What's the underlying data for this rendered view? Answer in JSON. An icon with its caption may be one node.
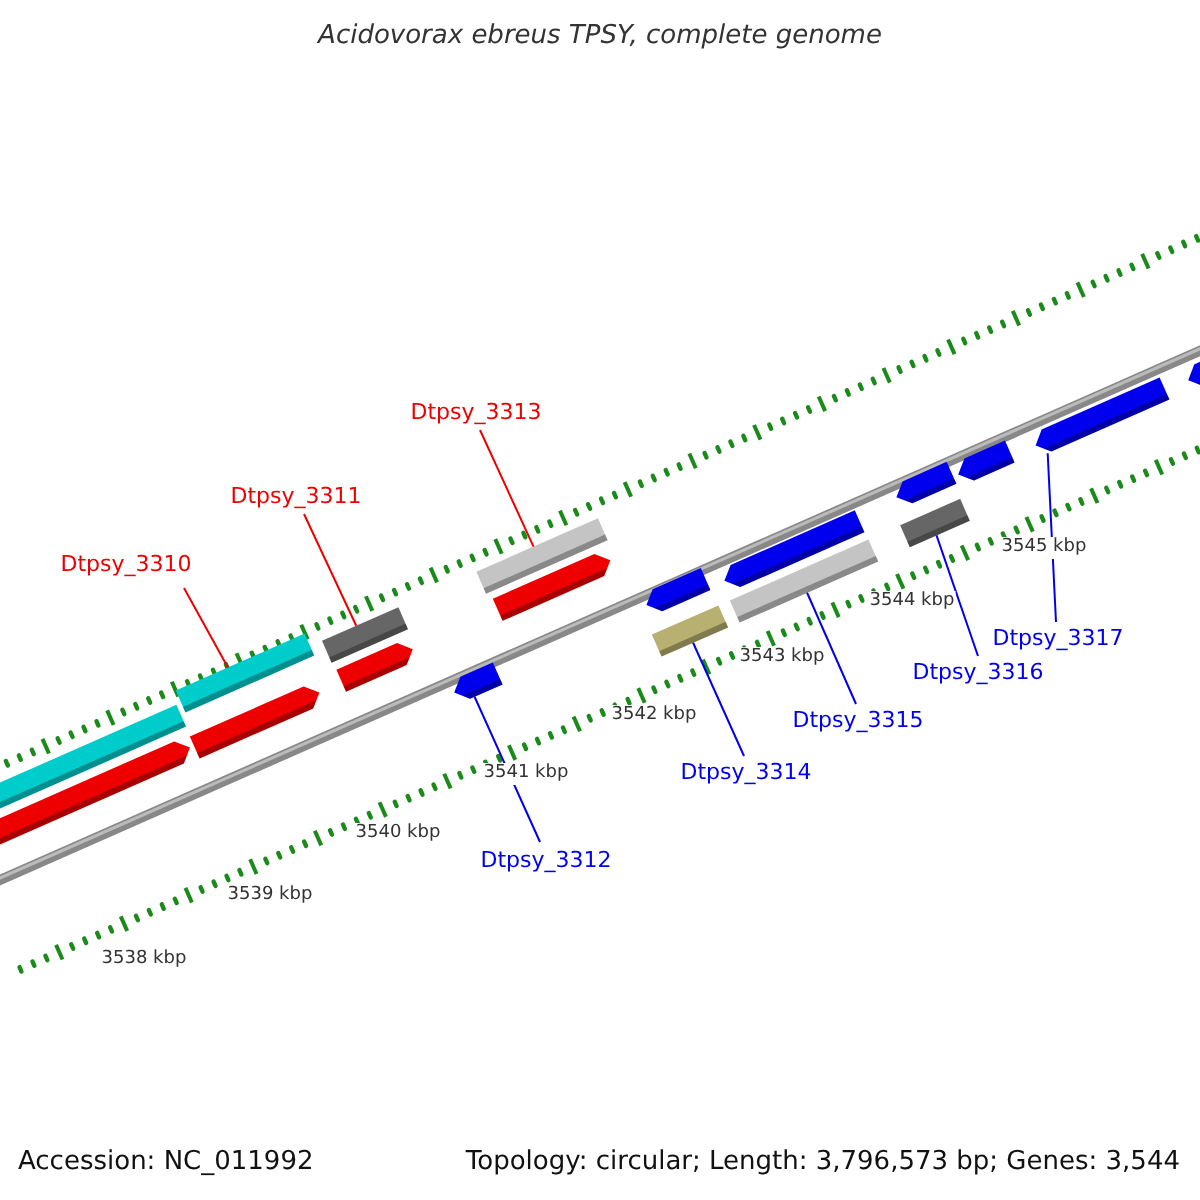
{
  "diagram": {
    "title": "Acidovorax ebreus TPSY, complete genome",
    "nodes": [
      {
        "text": [
          "Dtpsy_3313"
        ]
      },
      {
        "text": [
          "Dtpsy_3311"
        ]
      },
      {
        "text": [
          "Dtpsy_3310"
        ]
      },
      {
        "text": [
          "Dtpsy_3317"
        ]
      },
      {
        "text": [
          "Dtpsy_3316"
        ]
      },
      {
        "text": [
          "Dtpsy_3315"
        ]
      },
      {
        "text": [
          "Dtpsy_3314"
        ]
      },
      {
        "text": [
          "Dtpsy_3312"
        ]
      },
      {
        "text": [],
        "shape": "arrow"
      },
      {
        "text": [],
        "shape": "box"
      },
      {
        "text": [],
        "shape": "box"
      },
      {
        "text": [],
        "shape": "arrow"
      },
      {
        "text": [],
        "shape": "box"
      },
      {
        "text": [],
        "shape": "arrow"
      },
      {
        "text": [],
        "shape": "arrow"
      },
      {
        "text": [],
        "shape": "box"
      },
      {
        "text": [],
        "shape": "arrow"
      },
      {
        "text": [],
        "shape": "arrow"
      },
      {
        "text": [],
        "shape": "box"
      },
      {
        "text": [],
        "shape": "arrow"
      },
      {
        "text": [],
        "shape": "box"
      },
      {
        "text": [],
        "shape": "arrow"
      },
      {
        "text": [],
        "shape": "box"
      },
      {
        "text": [],
        "shape": "arrow"
      },
      {
        "text": [],
        "shape": "arrow"
      },
      {
        "text": [],
        "shape": "arrow"
      }
    ],
    "edges": [
      {
        "from": 0,
        "to": 15,
        "arrow": "none",
        "color": "#ee0000"
      },
      {
        "from": 1,
        "to": 12,
        "arrow": "none",
        "color": "#ee0000"
      },
      {
        "from": 2,
        "to": 10,
        "arrow": "none",
        "color": "#ee0000"
      },
      {
        "from": 3,
        "to": 24,
        "arrow": "none"
      },
      {
        "from": 4,
        "to": 22,
        "arrow": "none"
      },
      {
        "from": 5,
        "to": 20,
        "arrow": "none"
      },
      {
        "from": 6,
        "to": 18,
        "arrow": "none"
      },
      {
        "from": 7,
        "to": 14,
        "arrow": "none"
      }
    ],
    "labels": [
      "3545 kbp",
      "3544 kbp",
      "3543 kbp",
      "3542 kbp",
      "3541 kbp",
      "3540 kbp",
      "3539 kbp",
      "3538 kbp",
      "Accession: NC_011992",
      "Topology: circular; Length: 3,796,573 bp; Genes: 3,544"
    ]
  }
}
